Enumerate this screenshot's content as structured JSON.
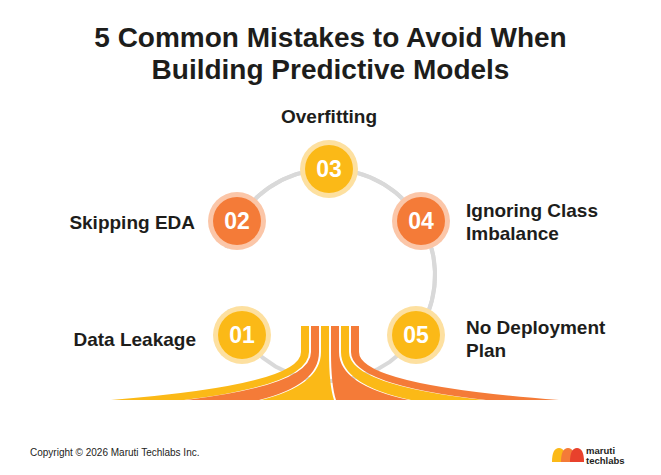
{
  "diagram": {
    "title": "5 Common Mistakes to Avoid When Building Predictive Models",
    "nodes": [
      {
        "text": [
          "01",
          "Data Leakage"
        ]
      },
      {
        "text": [
          "02",
          "Skipping EDA"
        ]
      },
      {
        "text": [
          "03",
          "Overfitting"
        ]
      },
      {
        "text": [
          "04",
          "Ignoring Class Imbalance"
        ]
      },
      {
        "text": [
          "05",
          "No Deployment Plan"
        ]
      }
    ],
    "edges": [
      {
        "from": 0,
        "to": 1,
        "arrow": "none"
      },
      {
        "from": 1,
        "to": 2,
        "arrow": "none"
      },
      {
        "from": 2,
        "to": 3,
        "arrow": "none"
      },
      {
        "from": 3,
        "to": 4,
        "arrow": "none"
      }
    ],
    "labels": [
      "Copyright © 2026 Maruti Techlabs Inc.",
      "maruti",
      "techlabs"
    ]
  }
}
